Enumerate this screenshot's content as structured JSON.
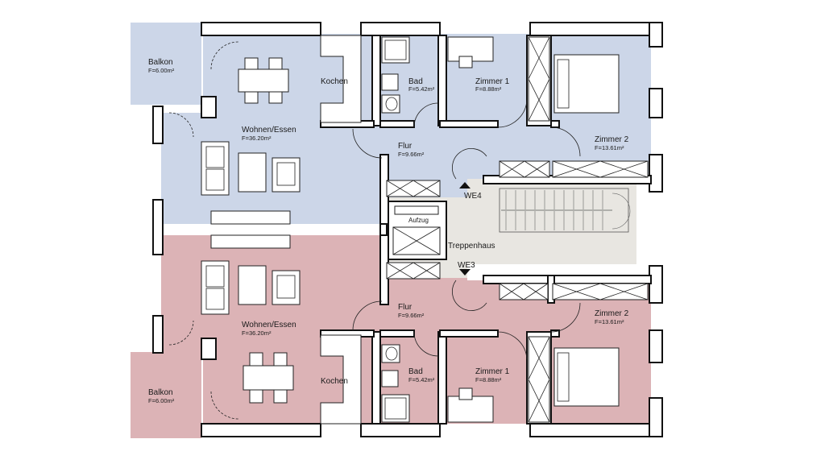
{
  "colors": {
    "upper_unit": "#ccd6e8",
    "lower_unit": "#dcb3b6",
    "stairwell": "#e8e6e1",
    "wall": "#111111"
  },
  "units": {
    "upper": {
      "marker": "WE4",
      "balkon": {
        "name": "Balkon",
        "area": "F=6.00m²"
      },
      "wohnen": {
        "name": "Wohnen/Essen",
        "area": "F=36.20m²"
      },
      "kochen": {
        "name": "Kochen"
      },
      "bad": {
        "name": "Bad",
        "area": "F=5.42m²"
      },
      "zimmer1": {
        "name": "Zimmer 1",
        "area": "F=8.88m²"
      },
      "zimmer2": {
        "name": "Zimmer 2",
        "area": "F=13.61m²"
      },
      "flur": {
        "name": "Flur",
        "area": "F=9.66m²"
      }
    },
    "lower": {
      "marker": "WE3",
      "balkon": {
        "name": "Balkon",
        "area": "F=6.00m²"
      },
      "wohnen": {
        "name": "Wohnen/Essen",
        "area": "F=36.20m²"
      },
      "kochen": {
        "name": "Kochen"
      },
      "bad": {
        "name": "Bad",
        "area": "F=5.42m²"
      },
      "zimmer1": {
        "name": "Zimmer 1",
        "area": "F=8.88m²"
      },
      "zimmer2": {
        "name": "Zimmer 2",
        "area": "F=13.61m²"
      },
      "flur": {
        "name": "Flur",
        "area": "F=9.66m²"
      }
    }
  },
  "core": {
    "treppenhaus": "Treppenhaus",
    "aufzug": "Aufzug"
  }
}
